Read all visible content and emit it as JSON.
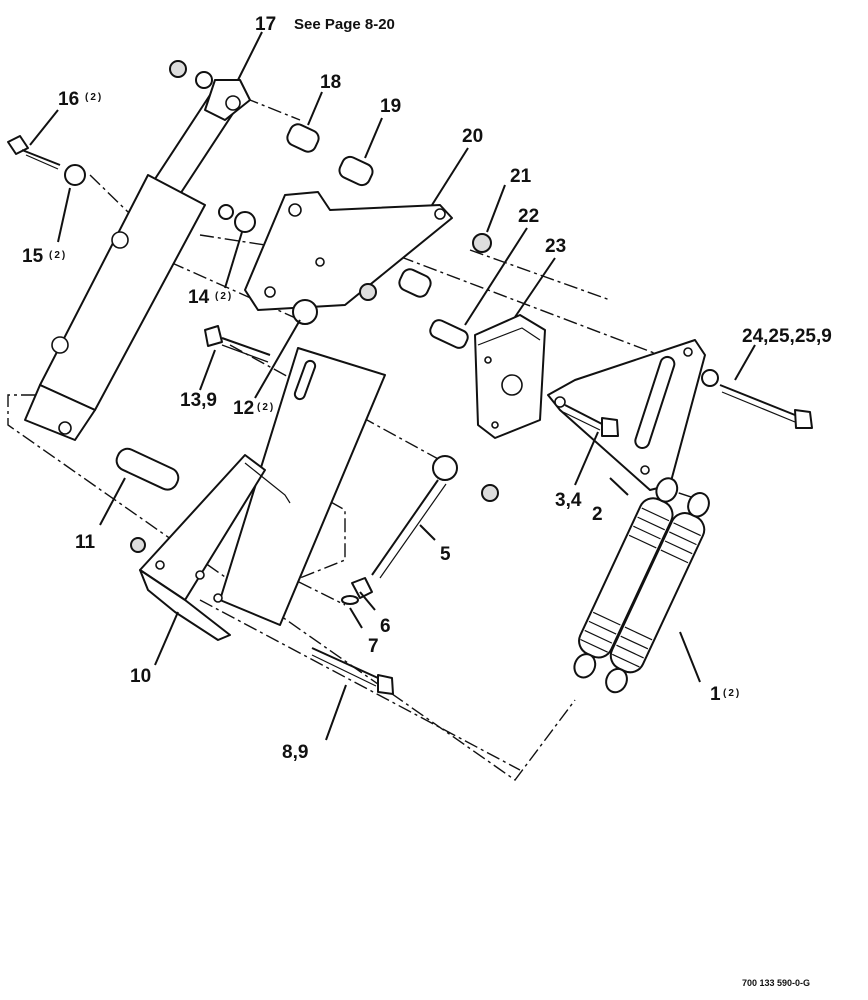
{
  "callouts": {
    "c17": "17",
    "c17_note": "See Page 8-20",
    "c16": "16",
    "c16_qty": "(2)",
    "c15": "15",
    "c15_qty": "(2)",
    "c18": "18",
    "c19": "19",
    "c20": "20",
    "c21": "21",
    "c22": "22",
    "c23": "23",
    "c14": "14",
    "c14_qty": "(2)",
    "c24": "24,25,25,9",
    "c13": "13,9",
    "c12": "12",
    "c12_qty": "(2)",
    "c3": "3,4",
    "c2": "2",
    "c11": "11",
    "c5": "5",
    "c6": "6",
    "c7": "7",
    "c10": "10",
    "c1": "1",
    "c1_qty": "(2)",
    "c8": "8,9"
  },
  "figure_id": "700 133 590-0-G"
}
